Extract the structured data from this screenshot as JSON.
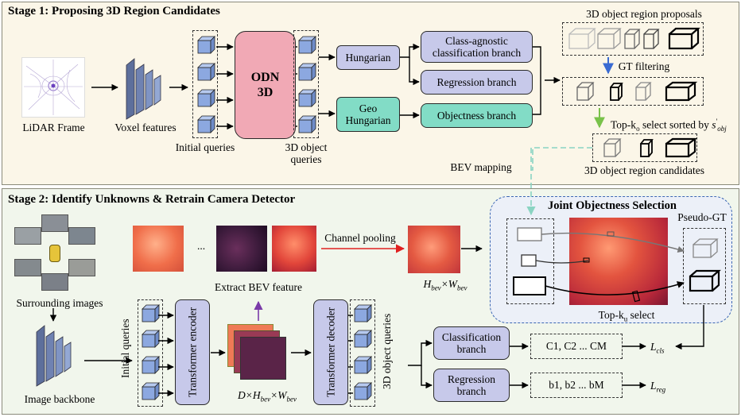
{
  "stage1": {
    "title": "Stage 1: Proposing 3D Region Candidates",
    "lidar_label": "LiDAR Frame",
    "voxel_label": "Voxel features",
    "initial_queries_label": "Initial queries",
    "odn_label": "ODN\n3D",
    "object_queries_label": "3D object queries",
    "hungarian_label": "Hungarian",
    "geo_hungarian_label": "Geo Hungarian",
    "class_branch_label": "Class-agnostic classification branch",
    "regression_branch_label": "Regression branch",
    "objectness_branch_label": "Objectness branch",
    "region_proposals_label": "3D object region proposals",
    "gt_filtering_label": "GT filtering",
    "topk_label": "Top-k",
    "topk_sub": "o",
    "topk_suffix": " select sorted by ",
    "topk_score": "s",
    "topk_score_sup": "'",
    "topk_score_sub": "obj",
    "region_candidates_label": "3D object region candidates",
    "bev_mapping_label": "BEV mapping"
  },
  "stage2": {
    "title": "Stage 2: Identify Unknowns & Retrain  Camera Detector",
    "joint_label": "Joint Objectness Selection",
    "pseudo_gt_label": "Pseudo-GT",
    "topku_label": "Top-k",
    "topku_sub": "u",
    "topku_suffix": " select",
    "surrounding_label": "Surrounding images",
    "image_backbone_label": "Image backbone",
    "initial_queries_label": "Initial queries",
    "encoder_label": "Transformer encoder",
    "decoder_label": "Transformer decoder",
    "object_queries_label": "3D object queries",
    "extract_bev_label": "Extract BEV feature",
    "channel_pooling_label": "Channel pooling",
    "ellipsis": "...",
    "bev_dim_label": "H",
    "bev_dim_h_sub": "bev",
    "bev_dim_times": "×W",
    "bev_dim_w_sub": "bev",
    "feat_dim_d": "D×H",
    "feat_dim_h_sub": "bev",
    "feat_dim_times": "×W",
    "feat_dim_w_sub": "bev",
    "cls_branch_label": "Classification branch",
    "reg_branch_label": "Regression branch",
    "cls_outputs": "C",
    "cls_outputs_text": "C1, C2 ... CM",
    "reg_outputs_text": "b1, b2 ... bM",
    "loss_cls": "L",
    "loss_cls_sub": "cls",
    "loss_reg": "L",
    "loss_reg_sub": "reg"
  },
  "colors": {
    "stage1_bg": "#fbf6e8",
    "stage2_bg": "#f1f6ec",
    "purple_box": "#c7c9ea",
    "teal_box": "#82dcc6",
    "pink_box": "#f1a9b5",
    "cube_blue": "#8ca8e0",
    "heat_orange": "#e8704e",
    "heat_dark": "#3a1a3a"
  }
}
